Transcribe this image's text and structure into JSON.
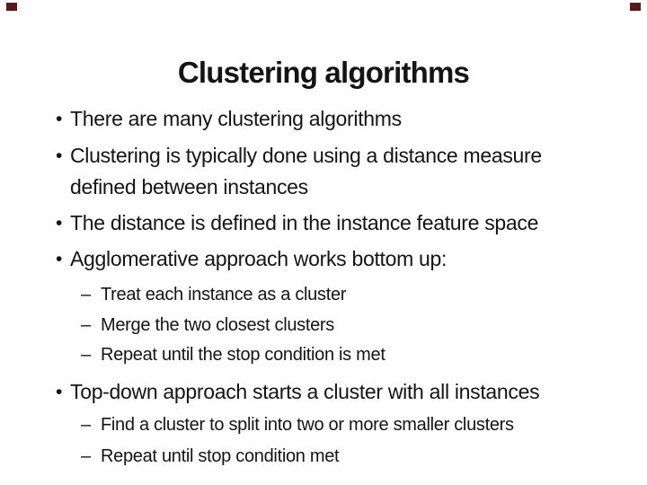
{
  "slide": {
    "title": "Clustering algorithms",
    "bullet_marker": "•",
    "sub_marker": "–",
    "bullets": [
      {
        "level": 1,
        "text": "There are many clustering algorithms"
      },
      {
        "level": 1,
        "text": "Clustering is typically done using a distance measure\ndefined between instances"
      },
      {
        "level": 1,
        "text": "The distance is defined in the instance feature space"
      },
      {
        "level": 1,
        "text": "Agglomerative approach works bottom up:"
      },
      {
        "level": 2,
        "text": "Treat each instance as a cluster"
      },
      {
        "level": 2,
        "text": "Merge the two closest clusters"
      },
      {
        "level": 2,
        "text": "Repeat until the stop condition is met"
      },
      {
        "level": 1,
        "text": "Top-down approach starts a cluster with all instances"
      },
      {
        "level": 2,
        "text": "Find a cluster to split into two or more smaller clusters"
      },
      {
        "level": 2,
        "text": "Repeat until stop condition met"
      }
    ],
    "colors": {
      "background": "#ffffff",
      "text": "#141414",
      "corner_accent": "#5c1717"
    }
  }
}
